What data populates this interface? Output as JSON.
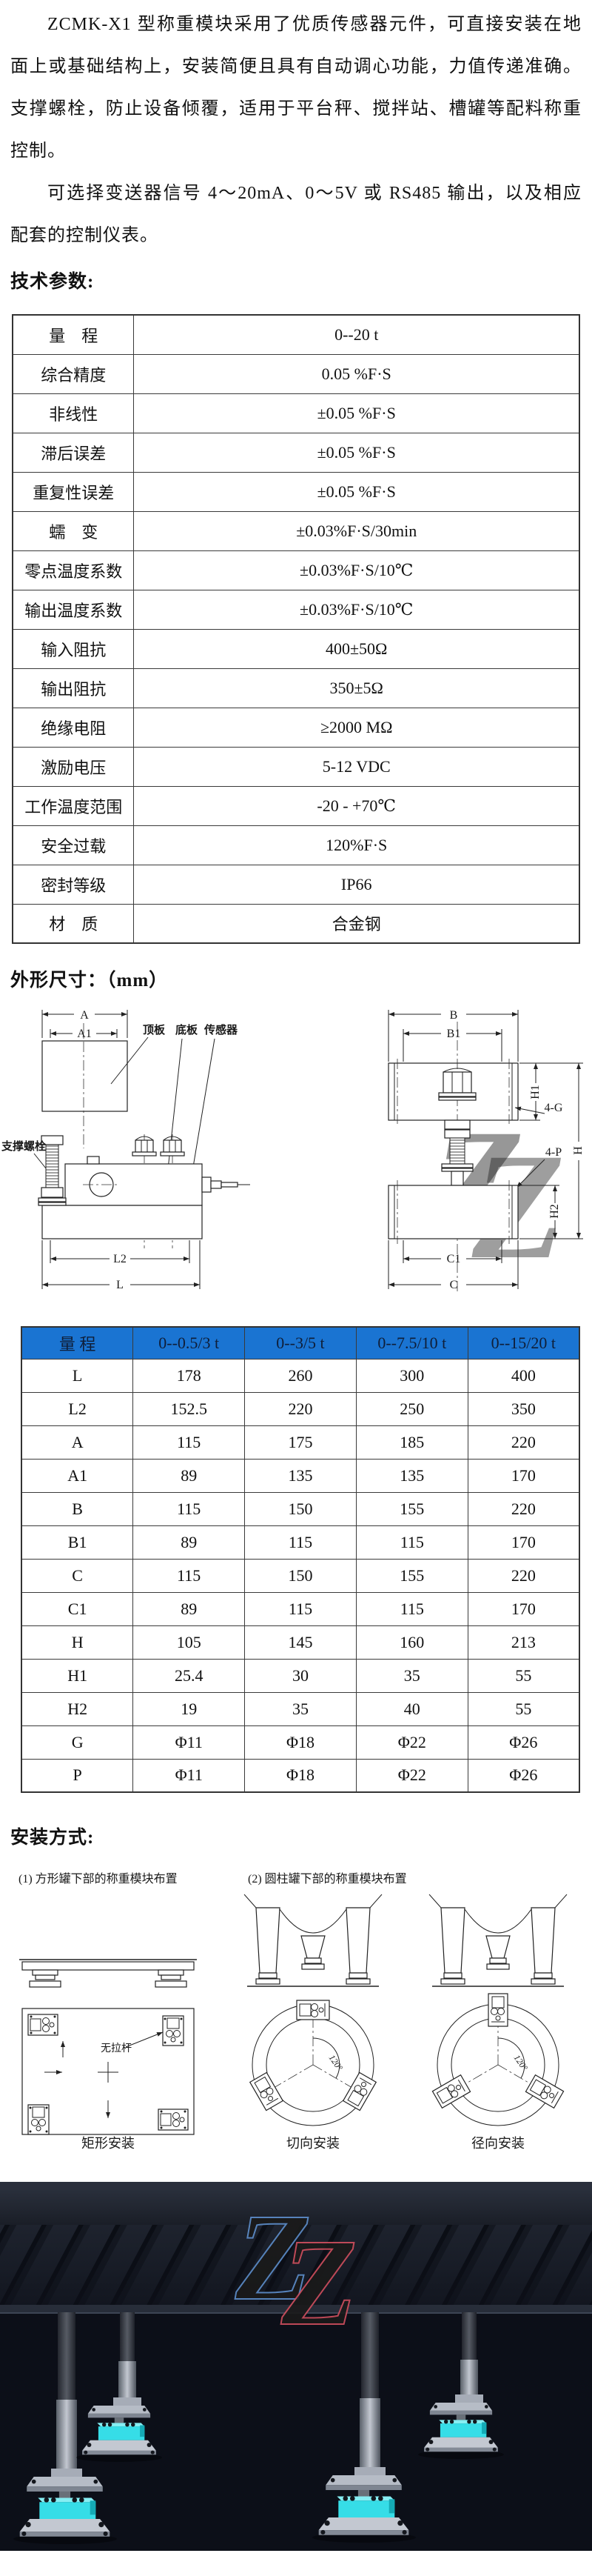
{
  "intro": {
    "lines": [
      "ZCMK-X1 型称重模块采用了优质传感器元件，可直接安装在地",
      "面上或基础结构上，安装简便且具有自动调心功能，力值传递准确。",
      "支撑螺栓，防止设备倾覆，适用于平台秤、搅拌站、槽罐等配料称重",
      "控制。",
      "可选择变送器信号 4～20mA、0～5V 或 RS485 输出，以及相应",
      "配套的控制仪表。"
    ]
  },
  "sections": {
    "tech_params": "技术参数:",
    "dimensions": "外形尺寸：（mm）",
    "installation": "安装方式:"
  },
  "spec_table": {
    "rows": [
      {
        "label": "量　程",
        "value": "0--20 t"
      },
      {
        "label": "综合精度",
        "value": "0.05 %F·S"
      },
      {
        "label": "非线性",
        "value": "±0.05 %F·S"
      },
      {
        "label": "滞后误差",
        "value": "±0.05 %F·S"
      },
      {
        "label": "重复性误差",
        "value": "±0.05 %F·S"
      },
      {
        "label": "蠕　变",
        "value": "±0.03%F·S/30min"
      },
      {
        "label": "零点温度系数",
        "value": "±0.03%F·S/10℃"
      },
      {
        "label": "输出温度系数",
        "value": "±0.03%F·S/10℃"
      },
      {
        "label": "输入阻抗",
        "value": "400±50Ω"
      },
      {
        "label": "输出阻抗",
        "value": "350±5Ω"
      },
      {
        "label": "绝缘电阻",
        "value": "≥2000 MΩ"
      },
      {
        "label": "激励电压",
        "value": "5-12 VDC"
      },
      {
        "label": "工作温度范围",
        "value": "-20 - +70℃"
      },
      {
        "label": "安全过载",
        "value": "120%F·S"
      },
      {
        "label": "密封等级",
        "value": "IP66"
      },
      {
        "label": "材　质",
        "value": "合金钢"
      }
    ]
  },
  "dim_drawing": {
    "labels": {
      "A": "A",
      "A1": "A1",
      "B": "B",
      "B1": "B1",
      "L": "L",
      "L2": "L2",
      "C": "C",
      "C1": "C1",
      "H": "H",
      "H1": "H1",
      "H2": "H2",
      "g4": "4-G",
      "p4": "4-P",
      "top_plate": "顶板",
      "bottom_plate": "底板",
      "sensor": "传感器",
      "support_bolt": "支撑螺栓"
    }
  },
  "dim_table": {
    "header": [
      "量 程",
      "0--0.5/3 t",
      "0--3/5 t",
      "0--7.5/10 t",
      "0--15/20 t"
    ],
    "header_bg": "#1a74d2",
    "rows": [
      [
        "L",
        "178",
        "260",
        "300",
        "400"
      ],
      [
        "L2",
        "152.5",
        "220",
        "250",
        "350"
      ],
      [
        "A",
        "115",
        "175",
        "185",
        "220"
      ],
      [
        "A1",
        "89",
        "135",
        "135",
        "170"
      ],
      [
        "B",
        "115",
        "150",
        "155",
        "220"
      ],
      [
        "B1",
        "89",
        "115",
        "115",
        "170"
      ],
      [
        "C",
        "115",
        "150",
        "155",
        "220"
      ],
      [
        "C1",
        "89",
        "115",
        "115",
        "170"
      ],
      [
        "H",
        "105",
        "145",
        "160",
        "213"
      ],
      [
        "H1",
        "25.4",
        "30",
        "35",
        "55"
      ],
      [
        "H2",
        "19",
        "35",
        "40",
        "55"
      ],
      [
        "G",
        "Φ11",
        "Φ18",
        "Φ22",
        "Φ26"
      ],
      [
        "P",
        "Φ11",
        "Φ18",
        "Φ22",
        "Φ26"
      ]
    ]
  },
  "install": {
    "caption1": "(1) 方形罐下部的称重模块布置",
    "caption2": "(2) 圆柱罐下部的称重模块布置",
    "no_tie_rod": "无拉杆",
    "angle": "120°",
    "sub1": "矩形安装",
    "sub2": "切向安装",
    "sub3": "径向安装"
  },
  "brand": {
    "letter": "Z",
    "blue": "#2c5a9e",
    "red": "#b51f2e"
  },
  "photo": {
    "bg": "#0c0f18",
    "cell_color": "#36dde7"
  }
}
